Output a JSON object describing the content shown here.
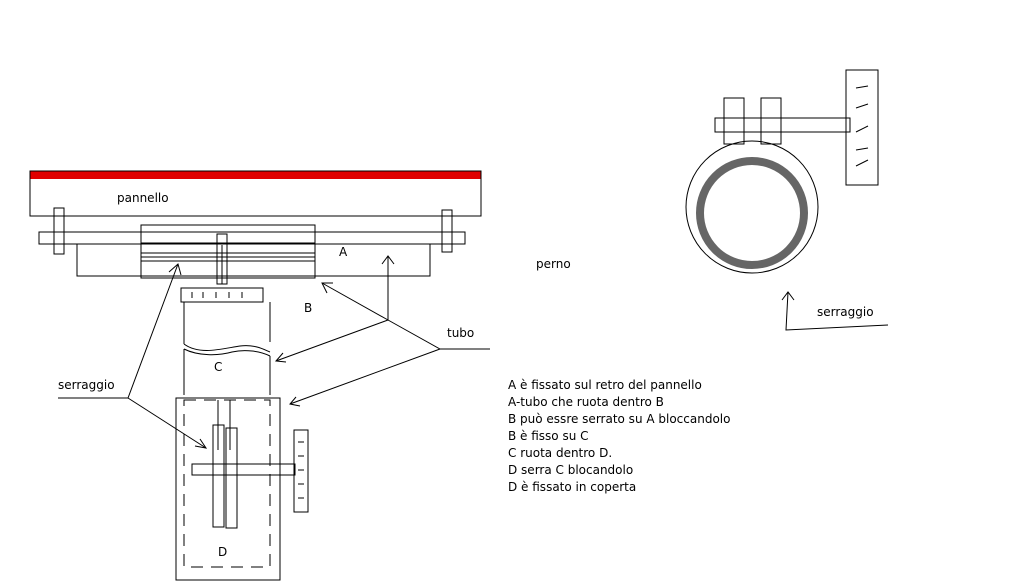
{
  "labels": {
    "pannello": "pannello",
    "A": "A",
    "B": "B",
    "C": "C",
    "D": "D",
    "tubo": "tubo",
    "serraggio_left": "serraggio",
    "perno": "perno",
    "serraggio_right": "serraggio"
  },
  "notes": [
    "A è fissato sul retro del pannello",
    "A-tubo che ruota dentro B",
    "B può essre serrato su A bloccandolo",
    "B è fisso su C",
    "C ruota dentro D.",
    "D serra C blocandolo",
    "D è fissato in coperta"
  ],
  "colors": {
    "panel_edge": "#e00000",
    "ring": "#666666",
    "line": "#000000"
  }
}
